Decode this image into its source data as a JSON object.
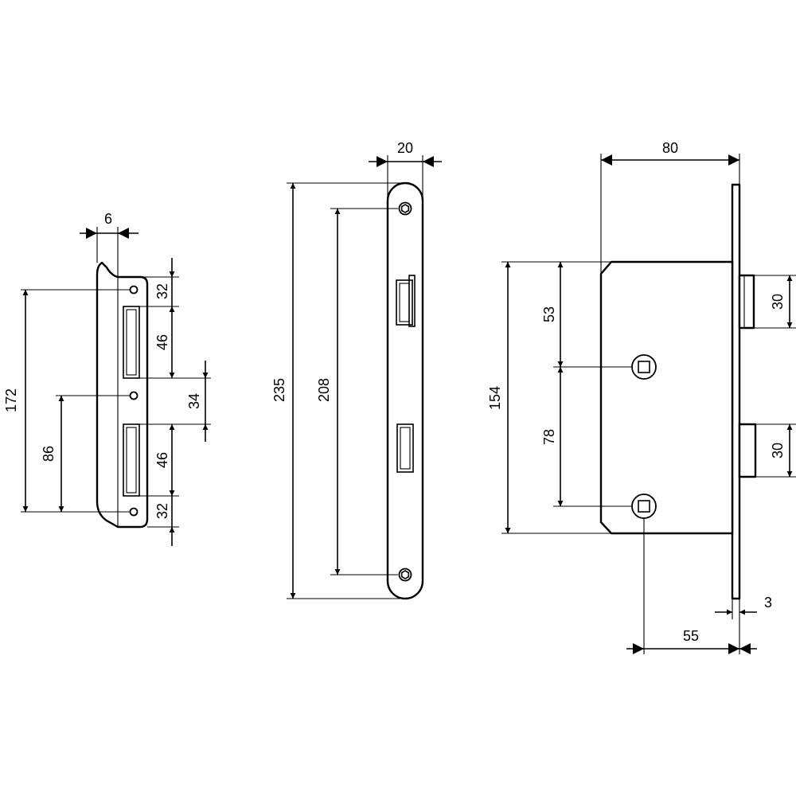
{
  "strike_plate": {
    "width": "6",
    "hole_spacing_total": "172",
    "hole_to_bottom": "86",
    "top_segment": "32",
    "upper_opening": "46",
    "middle_segment": "34",
    "lower_opening": "46",
    "bottom_segment": "32"
  },
  "forend": {
    "width": "20",
    "length": "235",
    "screw_spacing": "208"
  },
  "lock_body": {
    "depth": "80",
    "height": "154",
    "upper_spacing": "53",
    "spindle_to_key": "78",
    "latch_projection": "30",
    "bolt_projection": "30",
    "backset": "55",
    "forend_thickness": "3"
  }
}
